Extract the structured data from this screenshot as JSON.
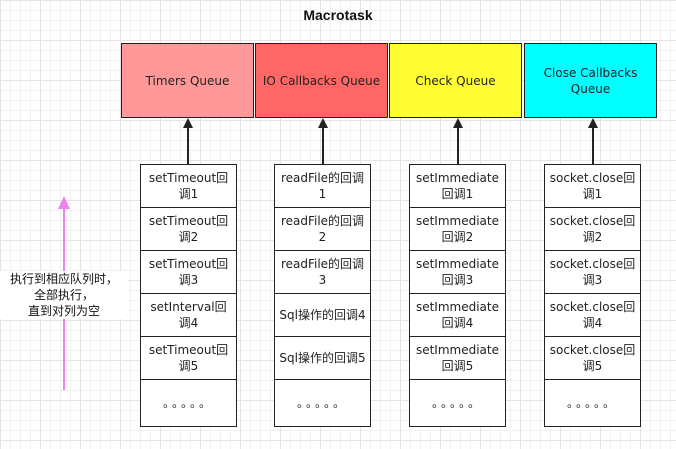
{
  "title": "Macrotask",
  "queues": [
    {
      "label": "Timers Queue",
      "color": "#ff9999"
    },
    {
      "label": "IO Callbacks Queue",
      "color": "#ff6666"
    },
    {
      "label": "Check Queue",
      "color": "#ffff33"
    },
    {
      "label": "Close Callbacks Queue",
      "color": "#00ffff"
    }
  ],
  "stacks": [
    [
      "setTimeout回调1",
      "setTimeout回调2",
      "setTimeout回调3",
      "setInterval回调4",
      "setTimeout回调5",
      "。。。。。"
    ],
    [
      "readFile的回调1",
      "readFile的回调2",
      "readFile的回调3",
      "Sql操作的回调4",
      "Sql操作的回调5",
      "。。。。。"
    ],
    [
      "setImmediate回调1",
      "setImmediate回调2",
      "setImmediate回调3",
      "setImmediate回调4",
      "setImmediate回调5",
      "。。。。。"
    ],
    [
      "socket.close回调1",
      "socket.close回调2",
      "socket.close回调3",
      "socket.close回调4",
      "socket.close回调5",
      "。。。。。"
    ]
  ],
  "note": {
    "line1": "执行到相应队列时，",
    "line2": "全部执行，",
    "line3": "直到对列为空"
  },
  "colors": {
    "arrow": "#222222",
    "note_arrow": "#ee82ee"
  }
}
